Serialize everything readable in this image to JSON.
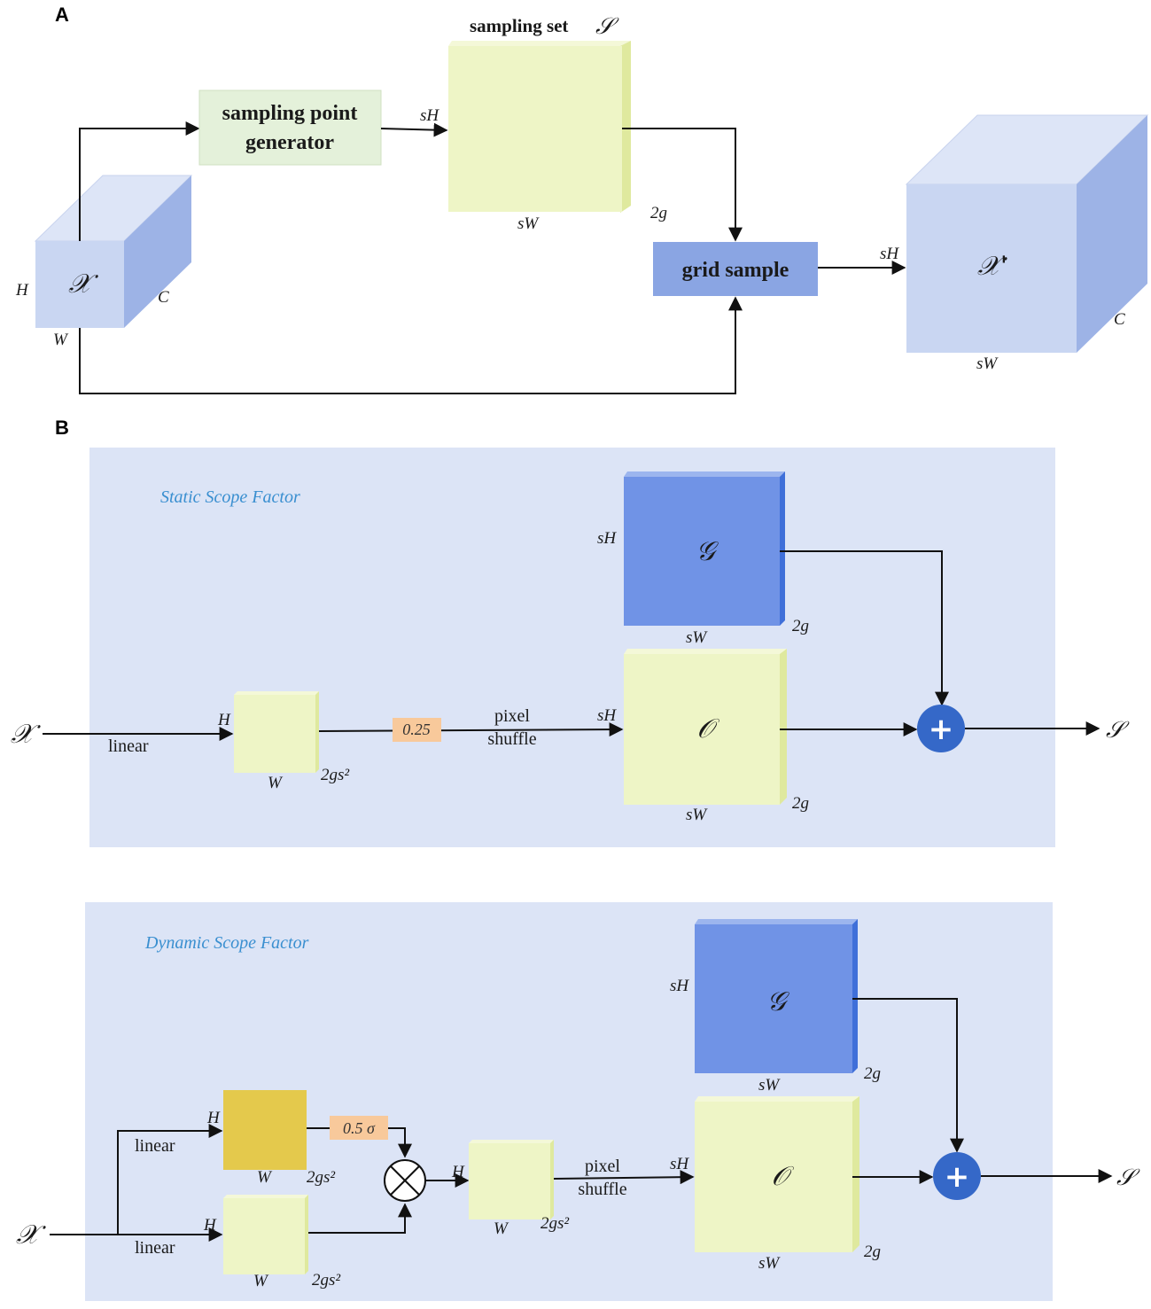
{
  "panel_a": {
    "letter": "A",
    "input_symbol": "𝒳",
    "input_h": "H",
    "input_w": "W",
    "input_c": "C",
    "generator_line1": "sampling point",
    "generator_line2": "generator",
    "sampling_set_label": "sampling set",
    "sampling_set_symbol": "𝒮",
    "set_h": "sH",
    "set_w": "sW",
    "set_depth": "2g",
    "grid_sample": "grid sample",
    "output_symbol": "𝒳'",
    "output_h": "sH",
    "output_w": "sW",
    "output_c": "C"
  },
  "panel_b": {
    "letter": "B",
    "static": {
      "title": "Static Scope Factor",
      "input_symbol": "𝒳",
      "linear": "linear",
      "feat_h": "H",
      "feat_w": "W",
      "feat_depth": "2gs²",
      "scale": "0.25",
      "shuffle_line1": "pixel",
      "shuffle_line2": "shuffle",
      "g_symbol": "𝒢",
      "g_h": "sH",
      "g_w": "sW",
      "g_depth": "2g",
      "o_symbol": "𝒪",
      "o_h": "sH",
      "o_w": "sW",
      "o_depth": "2g",
      "plus": "+",
      "output_symbol": "𝒮"
    },
    "dynamic": {
      "title": "Dynamic Scope Factor",
      "input_symbol": "𝒳",
      "linear_top": "linear",
      "linear_bottom": "linear",
      "gate_h": "H",
      "gate_w": "W",
      "gate_depth": "2gs²",
      "scale": "0.5 σ",
      "feat_h": "H",
      "feat_w": "W",
      "feat_depth": "2gs²",
      "mult": "⊗",
      "prod_h": "H",
      "prod_w": "W",
      "prod_depth": "2gs²",
      "shuffle_line1": "pixel",
      "shuffle_line2": "shuffle",
      "g_symbol": "𝒢",
      "g_h": "sH",
      "g_w": "sW",
      "g_depth": "2g",
      "o_symbol": "𝒪",
      "o_h": "sH",
      "o_w": "sW",
      "o_depth": "2g",
      "plus": "+",
      "output_symbol": "𝒮"
    }
  },
  "colors": {
    "panel_bg": "#dce4f6",
    "cube_light": "#c9d6f2",
    "cube_side": "#9db3e6",
    "yellow_box": "#eef5c6",
    "blue_box": "#7093e6",
    "gold_box": "#e4c94c",
    "grid_sample_fill": "#8aa5e3",
    "generator_fill": "#e4f1da",
    "badge": "#f8c99b",
    "plus_circle": "#3568c8",
    "factor_text": "#3a8fd0"
  }
}
